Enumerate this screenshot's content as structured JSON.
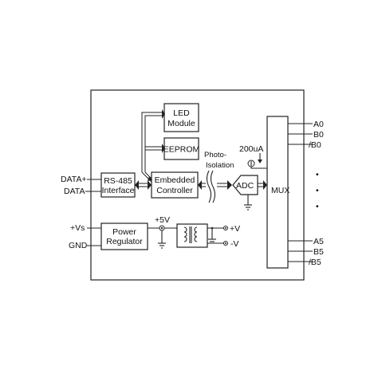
{
  "blocks": {
    "led_module": [
      "LED",
      "Module"
    ],
    "eeprom": "EEPROM",
    "embedded_controller": [
      "Embedded",
      "Controller"
    ],
    "rs485": [
      "RS-485",
      "Interface"
    ],
    "power_regulator": [
      "Power",
      "Regulator"
    ],
    "adc": "ADC",
    "mux": "MUX"
  },
  "labels": {
    "data_plus": "DATA+",
    "data_minus": "DATA-",
    "vs_plus": "+Vs",
    "gnd": "GND",
    "plus_5v": "+5V",
    "plus_v": "+V",
    "minus_v": "-V",
    "photo_isolation": [
      "Photo-",
      "Isolation"
    ],
    "current_source": "200uA"
  },
  "channels": {
    "top": [
      "A0",
      "B0",
      "/B0"
    ],
    "bottom": [
      "A5",
      "B5",
      "/B5"
    ],
    "ellipsis": "•"
  }
}
